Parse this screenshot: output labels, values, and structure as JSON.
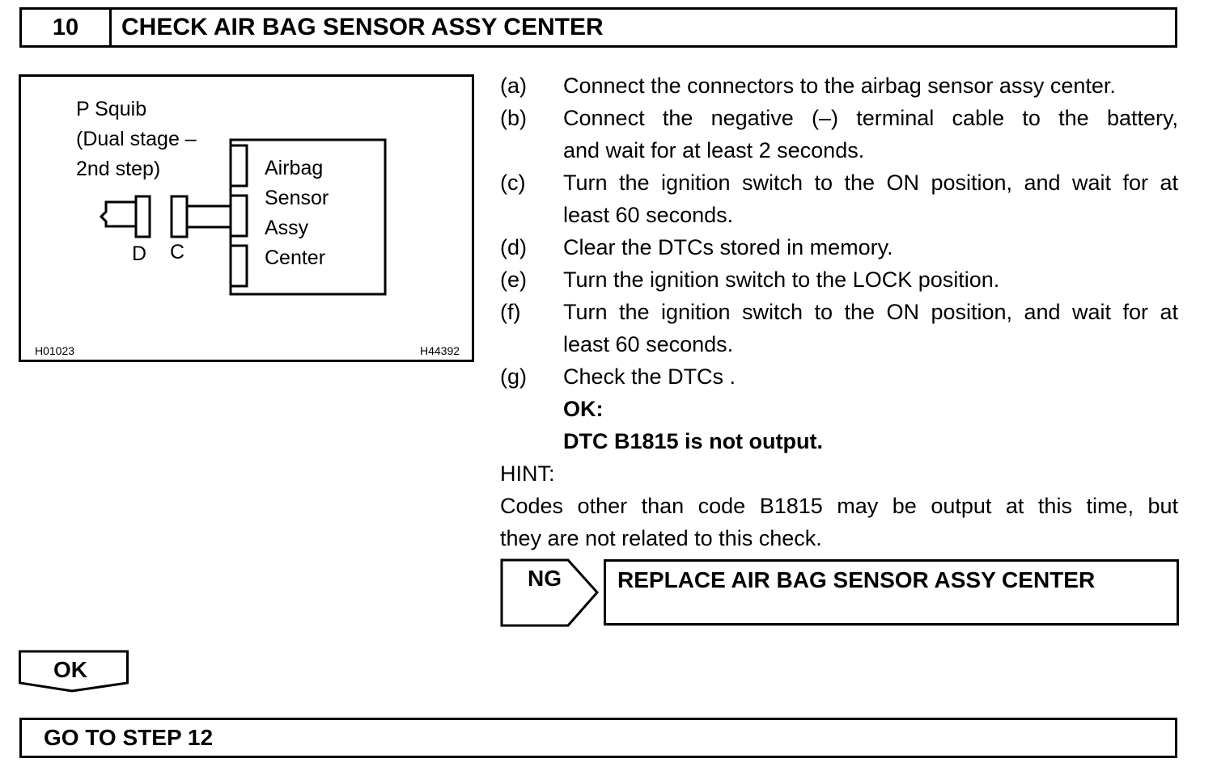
{
  "header": {
    "step_number": "10",
    "title": "CHECK AIR BAG SENSOR ASSY CENTER"
  },
  "diagram": {
    "squib_label": [
      "P Squib",
      "(Dual stage –",
      "2nd step)"
    ],
    "connector_d": "D",
    "connector_c": "C",
    "sensor_label": [
      "Airbag",
      "Sensor",
      "Assy",
      "Center"
    ],
    "figure_code_left": "H01023",
    "figure_code_right": "H44392"
  },
  "steps": [
    {
      "letter": "(a)",
      "lines": [
        "Connect the connectors to the airbag sensor assy center."
      ]
    },
    {
      "letter": "(b)",
      "lines": [
        "Connect the negative (–) terminal cable to the battery,",
        "and wait for at least 2 seconds."
      ]
    },
    {
      "letter": "(c)",
      "lines": [
        "Turn the ignition switch to the ON position, and wait for at",
        "least 60 seconds."
      ]
    },
    {
      "letter": "(d)",
      "lines": [
        "Clear the DTCs stored in memory."
      ]
    },
    {
      "letter": "(e)",
      "lines": [
        "Turn the ignition switch to the LOCK position."
      ]
    },
    {
      "letter": "(f)",
      "lines": [
        "Turn the ignition switch to the ON position, and wait for at",
        "least 60 seconds."
      ]
    },
    {
      "letter": "(g)",
      "lines": [
        "Check the DTCs ."
      ]
    }
  ],
  "result": {
    "ok_label": "OK:",
    "ok_text": "DTC B1815 is not output."
  },
  "hint": {
    "label": "HINT:",
    "lines": [
      "Codes other than code B1815 may be output at this time, but",
      "they are not related to this check."
    ]
  },
  "ng": {
    "label": "NG",
    "action": "REPLACE AIR BAG SENSOR ASSY CENTER"
  },
  "ok": {
    "label": "OK",
    "action": "GO TO STEP 12"
  }
}
